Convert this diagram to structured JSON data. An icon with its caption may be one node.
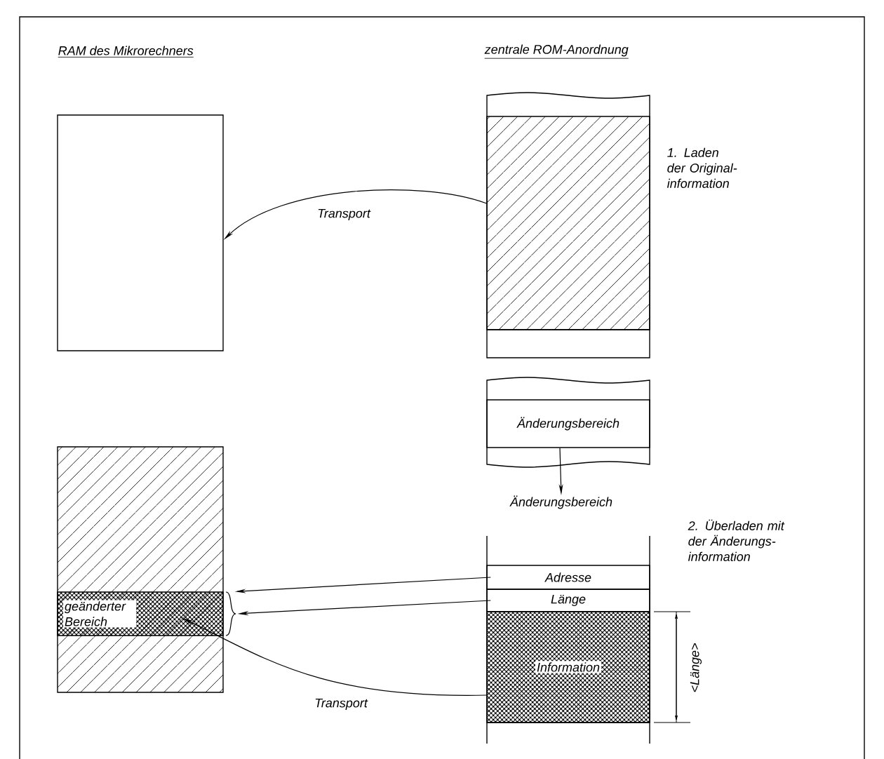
{
  "diagram": {
    "nodes": [
      {
        "text": [],
        "shape": "box"
      },
      {
        "text": [],
        "shape": "box"
      },
      {
        "text": [
          "Änderungsbereich"
        ]
      },
      {
        "text": [
          "Änderungsbereich"
        ]
      },
      {
        "text": [],
        "shape": "box"
      },
      {
        "text": [
          "geänderter Bereich"
        ],
        "in": 4
      },
      {
        "text": [
          "Adresse"
        ]
      },
      {
        "text": [
          "Länge"
        ]
      },
      {
        "text": [
          "Information"
        ]
      }
    ],
    "edges": [
      {
        "from": 1,
        "to": 0,
        "arrow": "to",
        "label": "Transport"
      },
      {
        "from": 2,
        "to": 3,
        "arrow": "to"
      },
      {
        "from": 6,
        "to": 5,
        "arrow": "to"
      },
      {
        "from": 7,
        "to": 5,
        "arrow": "to"
      },
      {
        "from": 8,
        "to": 5,
        "arrow": "to",
        "label": "Transport"
      }
    ],
    "labels": [
      "RAM des Mikrorechners",
      "zentrale ROM-Anordnung",
      "1. Laden der Original- information",
      "2. Überladen mit der Änderungs- information",
      "<Länge>"
    ]
  }
}
